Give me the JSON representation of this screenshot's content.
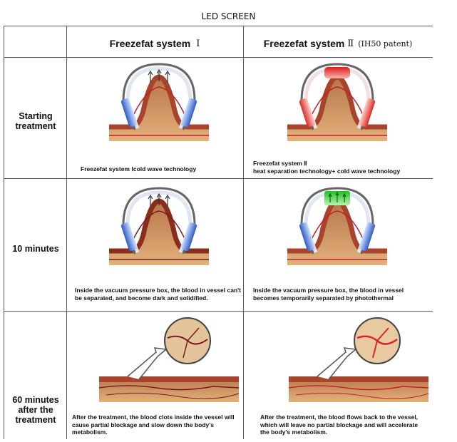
{
  "led_screen_label": "LED SCREEN",
  "columns": [
    {
      "title": "Freezefat system",
      "numeral": "Ⅰ",
      "suffix": ""
    },
    {
      "title": "Freezefat system",
      "numeral": "Ⅱ",
      "suffix": "(IH50 patent)"
    }
  ],
  "rows": [
    {
      "label": "Starting treatment"
    },
    {
      "label": "10 minutes"
    },
    {
      "label": "60 minutes after the treatment"
    }
  ],
  "captions": {
    "r1c1": "Freezefat system Ⅰcold wave technology",
    "r1c2_line1": "Freezefat system Ⅱ",
    "r1c2_line2": "heat separation technology+ cold wave technology",
    "r2c1": "Inside the vacuum pressure box, the blood in vessel can't be separated, and become dark and solidified.",
    "r2c2": "Inside the vacuum pressure box, the blood in vessel becomes temporarily separated by photothermal",
    "r3c1": "After the treatment, the blood clots inside the vessel will cause partial blockage and slow down the body's metabolism.",
    "r3c2": "After the treatment, the blood flows back to the vessel, which will leave no partial blockage and will accelerate the body's metabolism."
  },
  "colors": {
    "cold": "#3f6fd0",
    "heat": "#e0302a",
    "photothermal": "#3ad33a",
    "tissue": "#c98a55",
    "skin": "#a8432c",
    "vessel": "#c4202a"
  }
}
